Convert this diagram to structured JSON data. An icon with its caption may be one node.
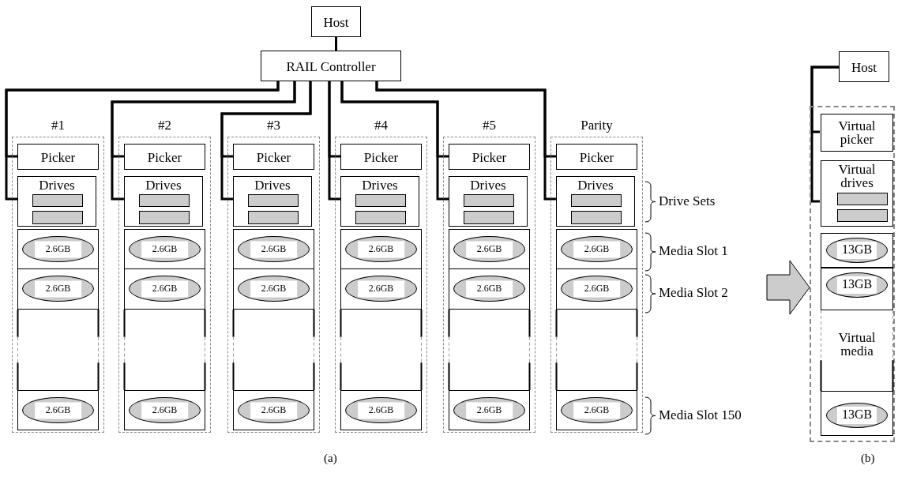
{
  "diagram": {
    "nodes": [
      {
        "text": [
          "Host"
        ]
      },
      {
        "text": [
          "RAIL Controller"
        ]
      },
      {
        "text": [
          "#1"
        ]
      },
      {
        "text": [
          "Picker"
        ],
        "in": 2
      },
      {
        "text": [
          "Drives"
        ],
        "in": 2
      },
      {
        "text": [],
        "shape": "bar",
        "in": 4
      },
      {
        "text": [],
        "shape": "bar",
        "in": 4
      },
      {
        "text": [],
        "shape": "box",
        "in": 2
      },
      {
        "text": [
          "2.6GB"
        ],
        "in": 7
      },
      {
        "text": [],
        "shape": "box",
        "in": 2
      },
      {
        "text": [
          "2.6GB"
        ],
        "in": 9
      },
      {
        "text": [],
        "shape": "box",
        "in": 2
      },
      {
        "text": [],
        "shape": "box",
        "in": 2
      },
      {
        "text": [
          "2.6GB"
        ],
        "in": 12
      },
      {
        "text": [
          "#2"
        ]
      },
      {
        "text": [
          "Picker"
        ],
        "in": 14
      },
      {
        "text": [
          "Drives"
        ],
        "in": 14
      },
      {
        "text": [],
        "shape": "bar",
        "in": 16
      },
      {
        "text": [],
        "shape": "bar",
        "in": 16
      },
      {
        "text": [],
        "shape": "box",
        "in": 14
      },
      {
        "text": [
          "2.6GB"
        ],
        "in": 19
      },
      {
        "text": [],
        "shape": "box",
        "in": 14
      },
      {
        "text": [
          "2.6GB"
        ],
        "in": 21
      },
      {
        "text": [],
        "shape": "box",
        "in": 14
      },
      {
        "text": [],
        "shape": "box",
        "in": 14
      },
      {
        "text": [
          "2.6GB"
        ],
        "in": 24
      },
      {
        "text": [
          "#3"
        ]
      },
      {
        "text": [
          "Picker"
        ],
        "in": 26
      },
      {
        "text": [
          "Drives"
        ],
        "in": 26
      },
      {
        "text": [],
        "shape": "bar",
        "in": 28
      },
      {
        "text": [],
        "shape": "bar",
        "in": 28
      },
      {
        "text": [],
        "shape": "box",
        "in": 26
      },
      {
        "text": [
          "2.6GB"
        ],
        "in": 31
      },
      {
        "text": [],
        "shape": "box",
        "in": 26
      },
      {
        "text": [
          "2.6GB"
        ],
        "in": 33
      },
      {
        "text": [],
        "shape": "box",
        "in": 26
      },
      {
        "text": [],
        "shape": "box",
        "in": 26
      },
      {
        "text": [
          "2.6GB"
        ],
        "in": 36
      },
      {
        "text": [
          "#4"
        ]
      },
      {
        "text": [
          "Picker"
        ],
        "in": 38
      },
      {
        "text": [
          "Drives"
        ],
        "in": 38
      },
      {
        "text": [],
        "shape": "bar",
        "in": 40
      },
      {
        "text": [],
        "shape": "bar",
        "in": 40
      },
      {
        "text": [],
        "shape": "box",
        "in": 38
      },
      {
        "text": [
          "2.6GB"
        ],
        "in": 43
      },
      {
        "text": [],
        "shape": "box",
        "in": 38
      },
      {
        "text": [
          "2.6GB"
        ],
        "in": 45
      },
      {
        "text": [],
        "shape": "box",
        "in": 38
      },
      {
        "text": [],
        "shape": "box",
        "in": 38
      },
      {
        "text": [
          "2.6GB"
        ],
        "in": 48
      },
      {
        "text": [
          "#5"
        ]
      },
      {
        "text": [
          "Picker"
        ],
        "in": 50
      },
      {
        "text": [
          "Drives"
        ],
        "in": 50
      },
      {
        "text": [],
        "shape": "bar",
        "in": 52
      },
      {
        "text": [],
        "shape": "bar",
        "in": 52
      },
      {
        "text": [],
        "shape": "box",
        "in": 50
      },
      {
        "text": [
          "2.6GB"
        ],
        "in": 55
      },
      {
        "text": [],
        "shape": "box",
        "in": 50
      },
      {
        "text": [
          "2.6GB"
        ],
        "in": 57
      },
      {
        "text": [],
        "shape": "box",
        "in": 50
      },
      {
        "text": [],
        "shape": "box",
        "in": 50
      },
      {
        "text": [
          "2.6GB"
        ],
        "in": 60
      },
      {
        "text": [
          "Parity"
        ]
      },
      {
        "text": [
          "Picker"
        ],
        "in": 62
      },
      {
        "text": [
          "Drives"
        ],
        "in": 62
      },
      {
        "text": [],
        "shape": "bar",
        "in": 64
      },
      {
        "text": [],
        "shape": "bar",
        "in": 64
      },
      {
        "text": [],
        "shape": "box",
        "in": 62
      },
      {
        "text": [
          "2.6GB"
        ],
        "in": 67
      },
      {
        "text": [],
        "shape": "box",
        "in": 62
      },
      {
        "text": [
          "2.6GB"
        ],
        "in": 69
      },
      {
        "text": [],
        "shape": "box",
        "in": 62
      },
      {
        "text": [],
        "shape": "box",
        "in": 62
      },
      {
        "text": [
          "2.6GB"
        ],
        "in": 72
      },
      {
        "text": [
          "Host"
        ]
      },
      {
        "text": [],
        "shape": "box"
      },
      {
        "text": [
          "Virtual picker"
        ],
        "in": 75
      },
      {
        "text": [
          "Virtual drives"
        ],
        "in": 75
      },
      {
        "text": [],
        "shape": "bar",
        "in": 77
      },
      {
        "text": [],
        "shape": "bar",
        "in": 77
      },
      {
        "text": [],
        "shape": "box",
        "in": 75
      },
      {
        "text": [
          "13GB"
        ],
        "in": 80
      },
      {
        "text": [],
        "shape": "box",
        "in": 75
      },
      {
        "text": [
          "13GB"
        ],
        "in": 82
      },
      {
        "text": [
          "Virtual media"
        ],
        "in": 75
      },
      {
        "text": [],
        "shape": "box",
        "in": 75
      },
      {
        "text": [
          "13GB"
        ],
        "in": 85
      }
    ],
    "edges": [
      {
        "from": 0,
        "to": 1,
        "arrow": "none"
      },
      {
        "from": 1,
        "to": 3,
        "arrow": "none"
      },
      {
        "from": 1,
        "to": 4,
        "arrow": "none"
      },
      {
        "from": 1,
        "to": 15,
        "arrow": "none"
      },
      {
        "from": 1,
        "to": 16,
        "arrow": "none"
      },
      {
        "from": 1,
        "to": 27,
        "arrow": "none"
      },
      {
        "from": 1,
        "to": 28,
        "arrow": "none"
      },
      {
        "from": 1,
        "to": 39,
        "arrow": "none"
      },
      {
        "from": 1,
        "to": 40,
        "arrow": "none"
      },
      {
        "from": 1,
        "to": 51,
        "arrow": "none"
      },
      {
        "from": 1,
        "to": 52,
        "arrow": "none"
      },
      {
        "from": 1,
        "to": 63,
        "arrow": "none"
      },
      {
        "from": 1,
        "to": 64,
        "arrow": "none"
      },
      {
        "from": 74,
        "to": 76,
        "arrow": "none"
      },
      {
        "from": 74,
        "to": 77,
        "arrow": "none"
      },
      {
        "from": null,
        "to": 75,
        "arrow": "to",
        "style": "thick",
        "color": "#cccccc"
      }
    ],
    "labels": [
      "Drive Sets",
      "Media Slot 1",
      "Media Slot 2",
      "Media Slot 150",
      "(a)",
      "(b)"
    ]
  }
}
